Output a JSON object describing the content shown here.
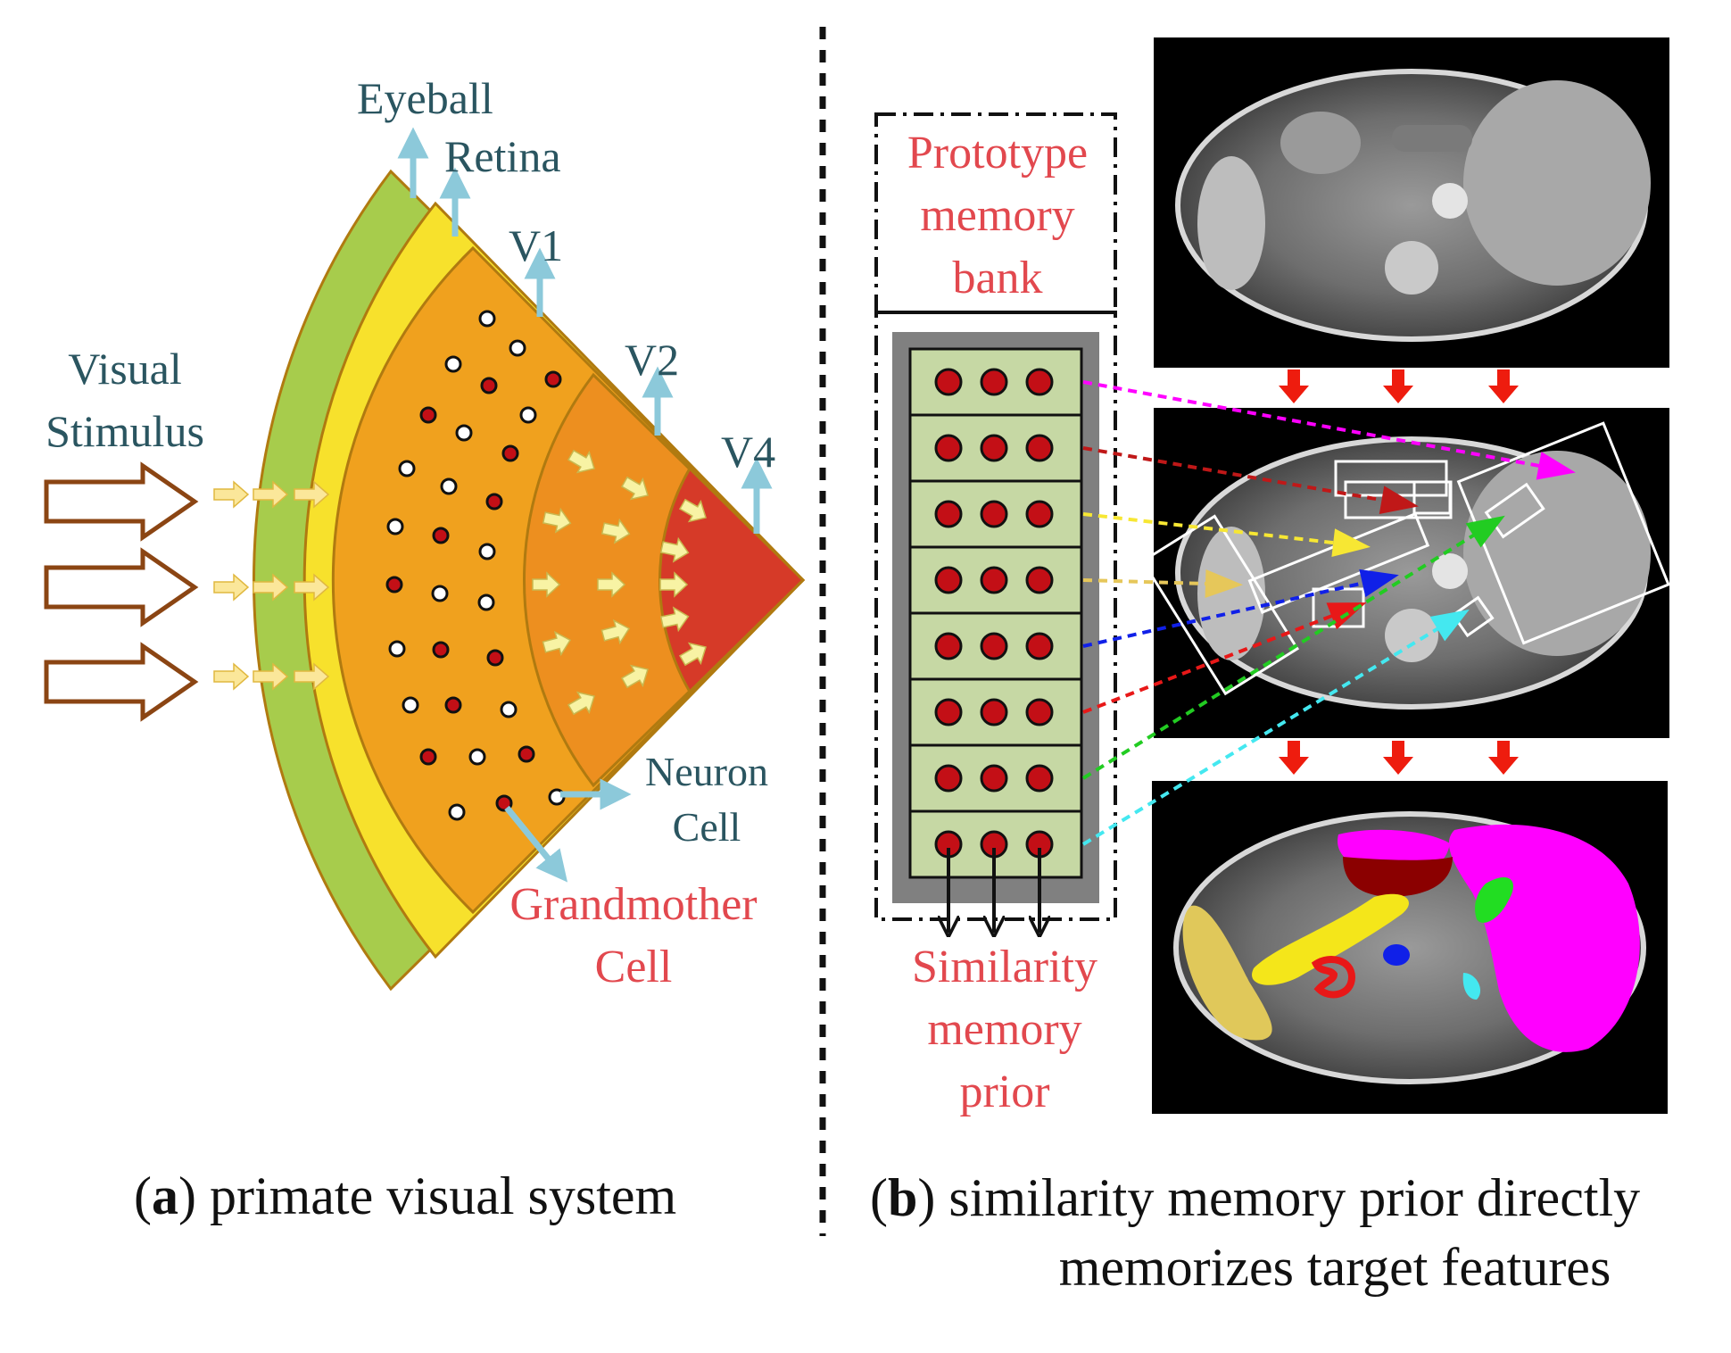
{
  "panel_a": {
    "labels": {
      "eyeball": "Eyeball",
      "retina": "Retina",
      "v1": "V1",
      "v2": "V2",
      "v4": "V4",
      "visual": "Visual",
      "stimulus": "Stimulus",
      "neuron": "Neuron",
      "neuron_cell": "Cell",
      "grandmother": "Grandmother",
      "grandmother_cell": "Cell"
    },
    "caption": {
      "letter": "a",
      "text": "primate visual system"
    },
    "colors": {
      "eyeball": "#a7cc4c",
      "retina": "#f7e12c",
      "v1": "#f0a11e",
      "v2": "#ed8f1f",
      "v4": "#d63a28",
      "label_blue": "#2a5560",
      "label_red": "#e2484e"
    }
  },
  "panel_b": {
    "labels": {
      "prototype_1": "Prototype",
      "prototype_2": "memory",
      "prototype_3": "bank",
      "similarity_1": "Similarity",
      "similarity_2": "memory",
      "similarity_3": "prior"
    },
    "caption": {
      "letter": "b",
      "line1": "similarity memory prior directly",
      "line2": "memorizes target features"
    },
    "colors": {
      "cell_fill": "#c6d8a4",
      "dot": "#c30f16",
      "frame": "#808080"
    },
    "links": [
      "#ff00ff",
      "#c01818",
      "#f7e733",
      "#e6c75a",
      "#1020e8",
      "#e81818",
      "#22cc22",
      "#44e8f0"
    ],
    "ct_images": [
      "ct-scan-top",
      "ct-scan-middle",
      "ct-scan-bottom"
    ]
  }
}
